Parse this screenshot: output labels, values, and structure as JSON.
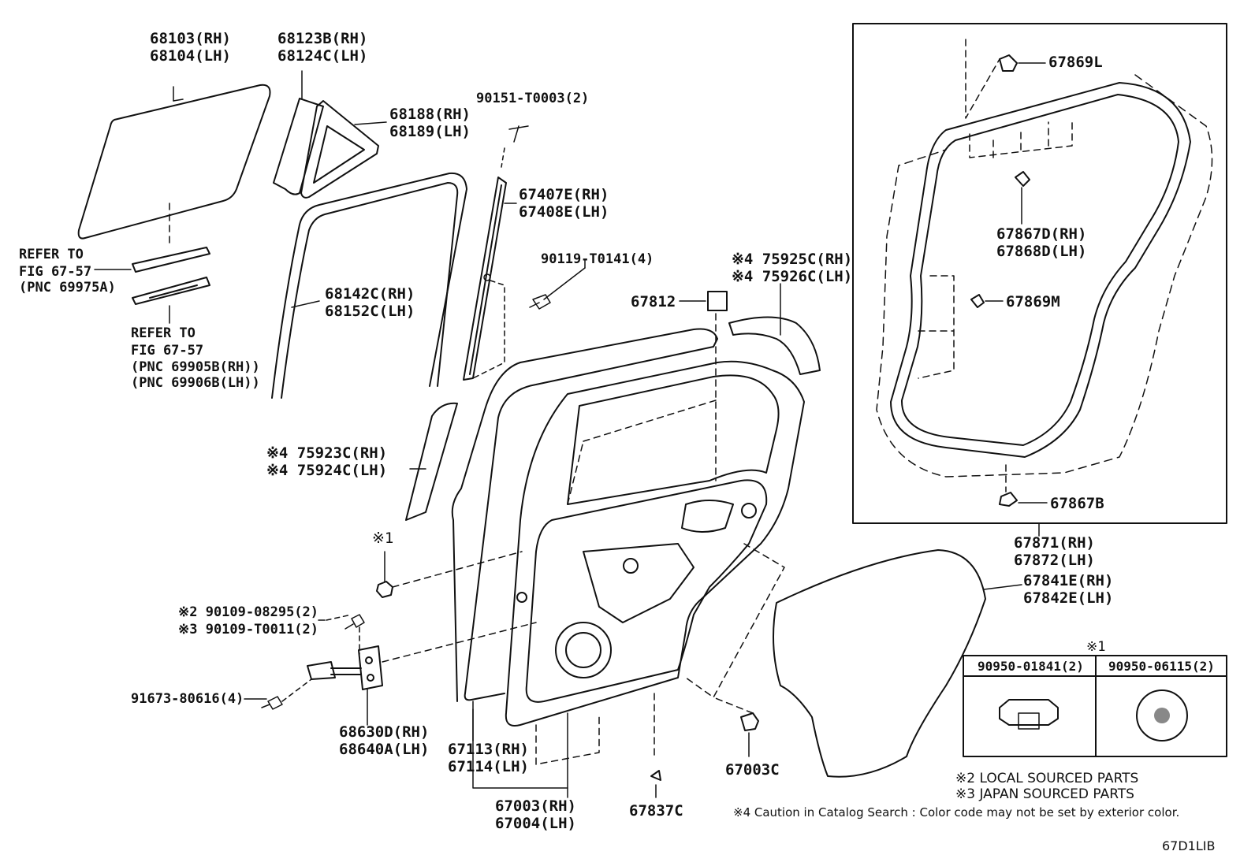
{
  "labels": {
    "p68103": "68103(RH)",
    "p68104": "68104(LH)",
    "p68123b": "68123B(RH)",
    "p68124c": "68124C(LH)",
    "p68188": "68188(RH)",
    "p68189": "68189(LH)",
    "p90151": "90151-T0003(2)",
    "p67407e": "67407E(RH)",
    "p67408e": "67408E(LH)",
    "p90119": "90119-T0141(4)",
    "p68142c": "68142C(RH)",
    "p68152c": "68152C(LH)",
    "refer1_l1": "REFER TO",
    "refer1_l2": "FIG 67-57",
    "refer1_l3": "(PNC 69975A)",
    "refer2_l1": "REFER TO",
    "refer2_l2": "FIG 67-57",
    "refer2_l3": "(PNC 69905B(RH))",
    "refer2_l4": "(PNC 69906B(LH))",
    "p75925c": "※4 75925C(RH)",
    "p75926c": "※4 75926C(LH)",
    "p67812": "67812",
    "p75923c": "※4 75923C(RH)",
    "p75924c": "※4 75924C(LH)",
    "mark1": "※1",
    "p90109a": "※2 90109-08295(2)",
    "p90109b": "※3 90109-T0011(2)",
    "p91673": "91673-80616(4)",
    "p68630d": "68630D(RH)",
    "p68640a": "68640A(LH)",
    "p67113": "67113(RH)",
    "p67114": "67114(LH)",
    "p67003": "67003(RH)",
    "p67004": "67004(LH)",
    "p67837c": "67837C",
    "p67003c": "67003C",
    "p67869l": "67869L",
    "p67867d": "67867D(RH)",
    "p67868d": "67868D(LH)",
    "p67869m": "67869M",
    "p67867b": "67867B",
    "p67871": "67871(RH)",
    "p67872": "67872(LH)",
    "p67841e": "67841E(RH)",
    "p67842e": "67842E(LH)",
    "table_mark": "※1",
    "table_col1": "90950-01841(2)",
    "table_col2": "90950-06115(2)"
  },
  "notes": {
    "n2": "※2 LOCAL SOURCED PARTS",
    "n3": "※3 JAPAN SOURCED PARTS",
    "n4": "※4 Caution in Catalog Search : Color code may not be set by exterior color.",
    "code": "67D1LIB"
  }
}
